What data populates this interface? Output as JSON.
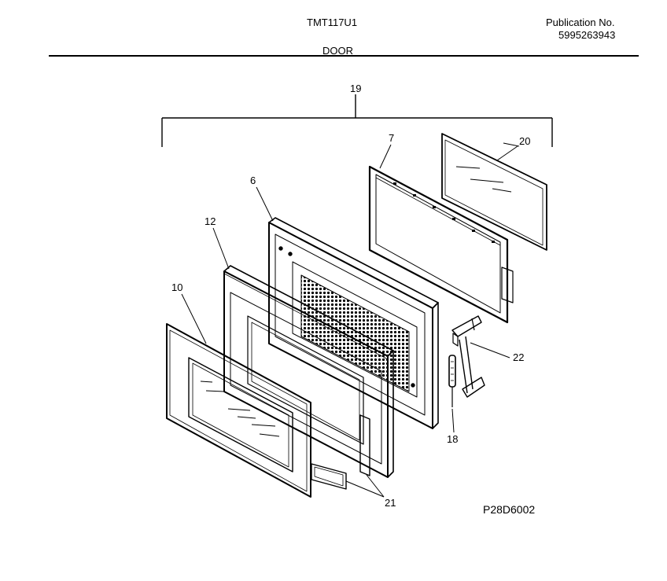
{
  "header": {
    "model": "TMT117U1",
    "publication_label": "Publication No.",
    "publication_number": "5995263943",
    "section_title": "DOOR"
  },
  "callouts": {
    "assembly": "19",
    "gasket_frame": "7",
    "window": "20",
    "door_frame": "6",
    "door_panel": "12",
    "outer_glass": "10",
    "hinge": "22",
    "hinge_part": "18",
    "handle_trim": "21"
  },
  "figure_code": "P28D6002"
}
